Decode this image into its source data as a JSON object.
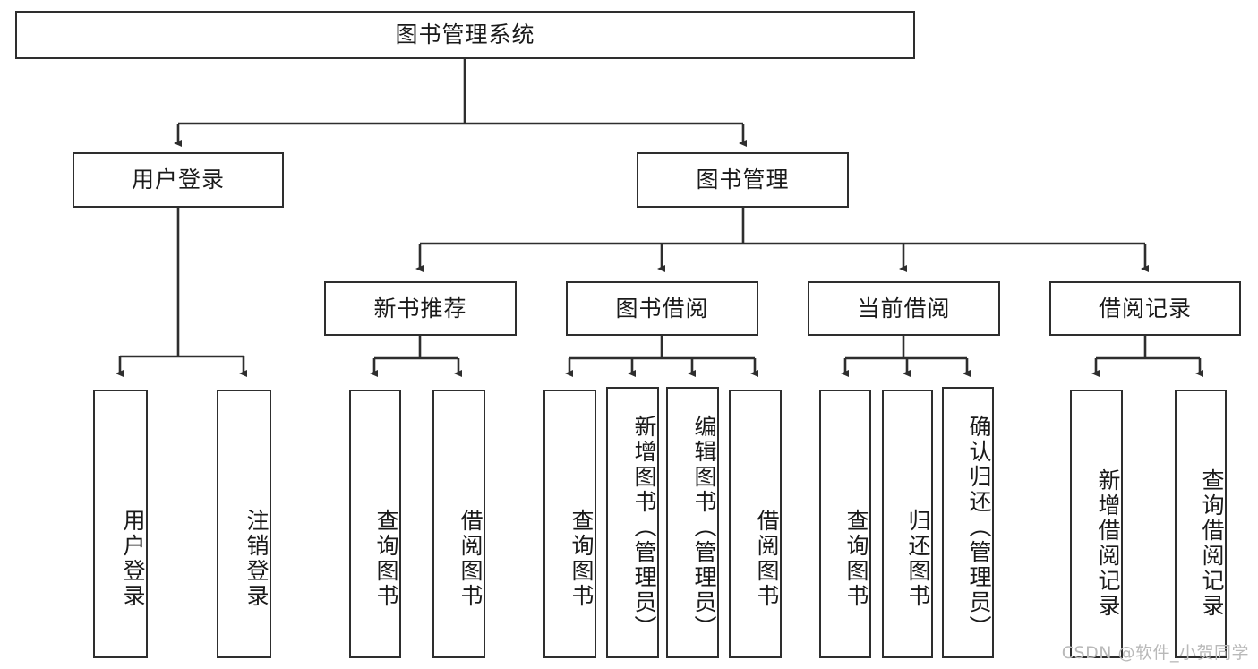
{
  "diagram": {
    "title": "图书管理系统",
    "type": "tree-hierarchy",
    "watermark": "CSDN @软件_小贺同学",
    "levels": {
      "root": {
        "id": "root",
        "label": "图书管理系统",
        "orientation": "horizontal"
      },
      "level2": [
        {
          "id": "user-login",
          "label": "用户登录",
          "orientation": "horizontal"
        },
        {
          "id": "book-manage",
          "label": "图书管理",
          "orientation": "horizontal"
        }
      ],
      "level3": [
        {
          "id": "new-book-recommend",
          "label": "新书推荐",
          "orientation": "horizontal",
          "parent": "book-manage"
        },
        {
          "id": "book-borrow",
          "label": "图书借阅",
          "orientation": "horizontal",
          "parent": "book-manage"
        },
        {
          "id": "current-borrow",
          "label": "当前借阅",
          "orientation": "horizontal",
          "parent": "book-manage"
        },
        {
          "id": "borrow-record",
          "label": "借阅记录",
          "orientation": "horizontal",
          "parent": "book-manage"
        }
      ],
      "leaves": [
        {
          "id": "leaf-user-login",
          "label": "用户登录",
          "parent": "user-login",
          "orientation": "vertical"
        },
        {
          "id": "leaf-user-logout",
          "label": "注销登录",
          "parent": "user-login",
          "orientation": "vertical"
        },
        {
          "id": "leaf-query-book-1",
          "label": "查询图书",
          "parent": "new-book-recommend",
          "orientation": "vertical"
        },
        {
          "id": "leaf-borrow-book-1",
          "label": "借阅图书",
          "parent": "new-book-recommend",
          "orientation": "vertical"
        },
        {
          "id": "leaf-query-book-2",
          "label": "查询图书",
          "parent": "book-borrow",
          "orientation": "vertical"
        },
        {
          "id": "leaf-add-book",
          "label": "新增图书（管理员）",
          "parent": "book-borrow",
          "orientation": "vertical"
        },
        {
          "id": "leaf-edit-book",
          "label": "编辑图书（管理员）",
          "parent": "book-borrow",
          "orientation": "vertical"
        },
        {
          "id": "leaf-borrow-book-2",
          "label": "借阅图书",
          "parent": "book-borrow",
          "orientation": "vertical"
        },
        {
          "id": "leaf-query-book-3",
          "label": "查询图书",
          "parent": "current-borrow",
          "orientation": "vertical"
        },
        {
          "id": "leaf-return-book",
          "label": "归还图书",
          "parent": "current-borrow",
          "orientation": "vertical"
        },
        {
          "id": "leaf-confirm-return",
          "label": "确认归还（管理员）",
          "parent": "current-borrow",
          "orientation": "vertical"
        },
        {
          "id": "leaf-add-record",
          "label": "新增借阅记录",
          "parent": "borrow-record",
          "orientation": "vertical"
        },
        {
          "id": "leaf-query-record",
          "label": "查询借阅记录",
          "parent": "borrow-record",
          "orientation": "vertical"
        }
      ]
    },
    "colors": {
      "border": "#2e2e2e",
      "text": "#1a1a1a",
      "background": "#ffffff",
      "watermark": "#b9b9b9"
    }
  }
}
